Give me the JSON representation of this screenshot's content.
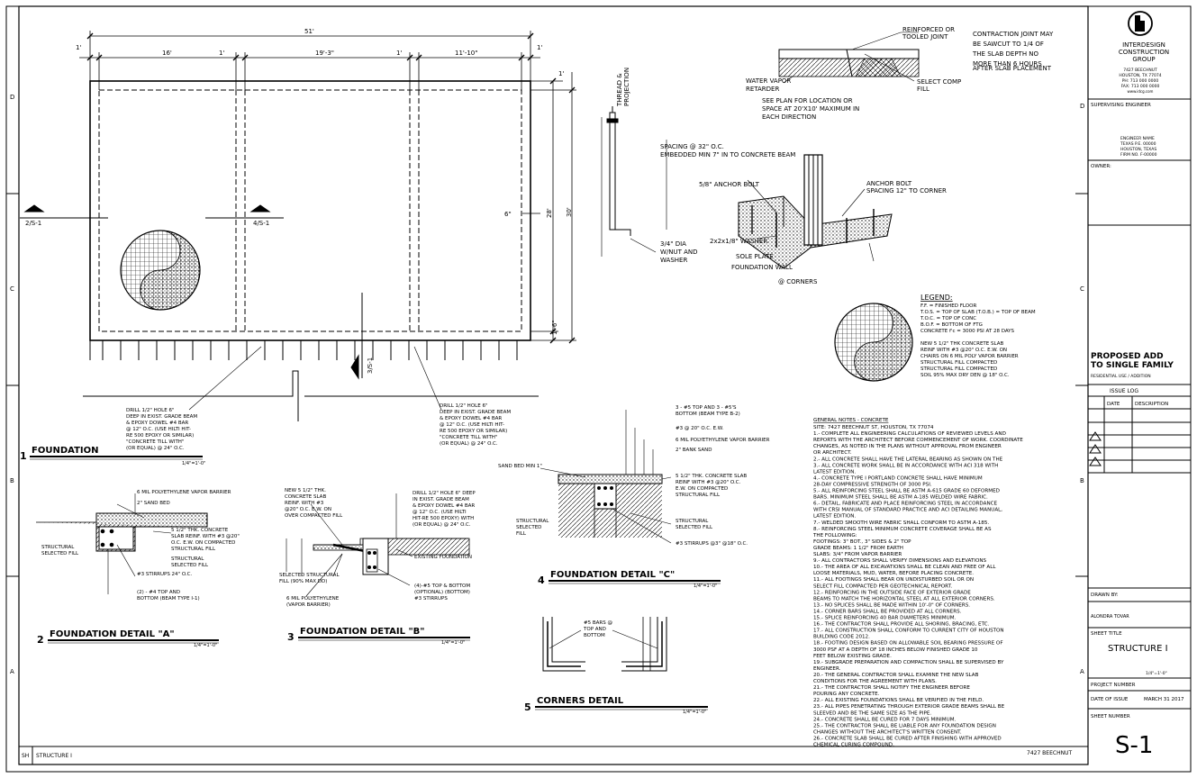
{
  "sheet": {
    "grid_rows": [
      "D",
      "C",
      "B",
      "A"
    ],
    "footer_left_code": "SH",
    "footer_left_title": "STRUCTURE I",
    "footer_right": "7427 BEECHNUT"
  },
  "foundation_plan": {
    "dim_total": "51'",
    "dim_left_1ft": "1'",
    "dim_right_1ft": "1'",
    "dim_segment_1": "16'",
    "dim_segment_2": "19'-3\"",
    "dim_segment_3": "11'-10\"",
    "dim_joint_1": "1'",
    "dim_joint_2": "1'",
    "dim_right_top": "1'",
    "dim_vert_inner": "28'",
    "dim_vert_outer": "30'",
    "dim_vert_6in": "6\"",
    "dim_vert_bottom": "1'-6\"",
    "section_2": "2/S-1",
    "section_4": "4/S-1",
    "section_3": "3/S-1",
    "note_left": [
      "DRILL 1/2\" HOLE 6\"",
      "DEEP IN EXIST. GRADE BEAM",
      "& EPOXY DOWEL #4 BAR",
      "@ 12\" O.C. (USE HILTI HIT-",
      "RE 500 EPOXY OR SIMILAR)",
      "\"CONCRETE TILL WITH\"",
      "(OR EQUAL) @ 24\" O.C."
    ],
    "note_right": [
      "DRILL 1/2\" HOLE 6\"",
      "DEEP IN EXIST. GRADE BEAM",
      "& EPOXY DOWEL #4 BAR",
      "@ 12\" O.C. (USE HILTI HIT-",
      "RE 500 EPOXY OR SIMILAR)",
      "\"CONCRETE TILL WITH\"",
      "(OR EQUAL) @ 24\" O.C."
    ]
  },
  "titles": {
    "t1_num": "1",
    "t1": "FOUNDATION",
    "t1_scale": "1/4\"=1'-0\"",
    "t2_num": "2",
    "t2": "FOUNDATION DETAIL \"A\"",
    "t2_scale": "1/4\"=1'-0\"",
    "t3_num": "3",
    "t3": "FOUNDATION DETAIL \"B\"",
    "t3_scale": "1/4\"=1'-0\"",
    "t4_num": "4",
    "t4": "FOUNDATION DETAIL \"C\"",
    "t4_scale": "1/4\"=1'-0\"",
    "t5_num": "5",
    "t5": "CORNERS DETAIL",
    "t5_scale": "1/4\"=1'-0\""
  },
  "joint_detail": {
    "n1": "REINFORCED OR",
    "n2": "TOOLED JOINT",
    "n3": "CONTRACTION JOINT MAY",
    "n4": "BE SAWCUT TO 1/4 OF",
    "n5": "THE SLAB DEPTH NO",
    "n6": "MORE THAN 6 HOURS",
    "n7": "AFTER SLAB PLACEMENT",
    "n8": "WATER VAPOR",
    "n9": "RETARDER",
    "n10": "SELECT COMP",
    "n11": "FILL",
    "n12": "SEE PLAN FOR LOCATION OR",
    "n13": "SPACE AT 20'X10' MAXIMUM IN",
    "n14": "EACH DIRECTION"
  },
  "anchor_detail": {
    "n1": "THREAD &",
    "n2": "PROJECTION",
    "n3": "SPACING @ 32\" O.C.",
    "n4": "EMBEDDED MIN 7\" IN TO CONCRETE BEAM",
    "n5": "3/4\" DIA",
    "n6": "W/NUT AND",
    "n7": "WASHER",
    "n8": "5/8\" ANCHOR BOLT",
    "n9": "2x2x1/8\" WASHER",
    "n10": "SOLE PLATE",
    "n11": "FOUNDATION WALL",
    "n12": "@ CORNERS",
    "n13": "ANCHOR BOLT",
    "n14": "SPACING 12\" TO CORNER"
  },
  "legend": {
    "title": "LEGEND:",
    "l1": "F.F. = FINISHED FLOOR",
    "l2": "T.O.S. = TOP OF SLAB (T.O.B.) = TOP OF BEAM",
    "l3": "T.O.C. = TOP OF CONC",
    "l4": "B.O.F. = BOTTOM OF FTG",
    "l5": "CONCRETE f'c = 3000 PSI AT 28 DAYS",
    "l6": "NEW 5 1/2\" THK CONCRETE SLAB",
    "l7": "REINF WITH #3 @20\" O.C. E.W. ON",
    "l8": "CHAIRS ON 6 MIL POLY VAPOR BARRIER",
    "l9": "STRUCTURAL FILL COMPACTED",
    "l10": "STRUCTURAL FILL COMPACTED",
    "l11": "SOIL 95% MAX DRY DEN @ 18\" O.C."
  },
  "detail_a": {
    "n1": "6 MIL POLYETHYLENE VAPOR BARRIER",
    "n2": "2\" SAND BED",
    "n3": "5 1/2\" THK. CONCRETE",
    "n4": "SLAB REINF. WITH #3 @20\"",
    "n5": "O.C. E.W. ON COMPACTED",
    "n6": "STRUCTURAL FILL",
    "n7": "STRUCTURAL",
    "n8": "SELECTED FILL",
    "n9": "STRUCTURAL",
    "n10": "SELECTED FILL",
    "n11": "#3 STIRRUPS 24\" O.C.",
    "n12": "(2) - #4 TOP AND",
    "n13": "BOTTOM (BEAM TYPE I-1)"
  },
  "detail_b": {
    "n1": "NEW 5 1/2\" THK.",
    "n2": "CONCRETE SLAB",
    "n3": "REINF. WITH #3",
    "n4": "@20\" O.C. E.W. ON",
    "n5": "OVER COMPACTED FILL",
    "n6": "DRILL 1/2\" HOLE 6\" DEEP",
    "n7": "IN EXIST. GRADE BEAM",
    "n8": "& EPOXY DOWEL #4 BAR",
    "n9": "@ 12\" O.C. (USE HILTI",
    "n10": "HIT-RE 500 EPOXY) WITH",
    "n11": "(OR EQUAL) @ 24\" O.C.",
    "n12": "EXISTING FOUNDATION",
    "n13": "SELECTED STRUCTURAL",
    "n14": "FILL (90% MAX DD)",
    "n15": "6 MIL POLYETHYLENE",
    "n16": "(VAPOR BARRIER)",
    "n17": "(4)-#5 TOP & BOTTOM",
    "n18": "(OPTIONAL) (BOTTOM)",
    "n19": "#3 STIRRUPS"
  },
  "detail_c": {
    "n1": "3 - #5 TOP AND 3 - #5'S",
    "n2": "BOTTOM (BEAM TYPE B-2)",
    "n3": "#3 @ 20\" O.C. E.W.",
    "n4": "6 MIL POLYETHYLENE VAPOR BARRIER",
    "n5": "2\" BANK SAND",
    "n6": "SAND BED MIN 1\"",
    "n7": "5 1/2\" THK. CONCRETE SLAB",
    "n8": "REINF WITH #3 @20\" O.C.",
    "n9": "E.W. ON COMPACTED",
    "n10": "STRUCTURAL FILL",
    "n11": "STRUCTURAL",
    "n12": "SELECTED",
    "n13": "FILL",
    "n14": "STRUCTURAL",
    "n15": "SELECTED FILL",
    "n16": "#3 STIRRUPS @3\" @18\" O.C."
  },
  "detail_5": {
    "n1": "#5 BARS @",
    "n2": "TOP AND",
    "n3": "BOTTOM"
  },
  "notes": {
    "title": "GENERAL NOTES - CONCRETE",
    "lines": [
      "SITE: 7427 BEECHNUT ST, HOUSTON, TX 77074",
      "1.- COMPLETE ALL ENGINEERING CALCULATIONS OF REVIEWED LEVELS AND",
      "REPORTS WITH THE ARCHITECT BEFORE COMMENCEMENT OF WORK. COORDINATE",
      "CHANGES, AS NOTED IN THE PLANS WITHOUT APPROVAL FROM ENGINEER",
      "OR ARCHITECT.",
      "2.- ALL CONCRETE SHALL HAVE THE LATERAL BEARING AS SHOWN ON THE",
      "3.- ALL CONCRETE WORK SHALL BE IN ACCORDANCE WITH ACI 318 WITH",
      "LATEST EDITION.",
      "4.- CONCRETE TYPE I PORTLAND CONCRETE SHALL HAVE MINIMUM",
      "28-DAY COMPRESSIVE STRENGTH OF 3000 PSI.",
      "5.- ALL REINFORCING STEEL SHALL BE ASTM A-615 GRADE 60 DEFORMED",
      "BARS. MINIMUM STEEL SHALL BE ASTM A-185 WELDED WIRE FABRIC.",
      "6.- DETAIL, FABRICATE AND PLACE REINFORCING STEEL IN ACCORDANCE",
      "WITH CRSI MANUAL OF STANDARD PRACTICE AND ACI DETAILING MANUAL,",
      "LATEST EDITION.",
      "7.- WELDED SMOOTH WIRE FABRIC SHALL CONFORM TO ASTM A-185.",
      "8.- REINFORCING STEEL MINIMUM CONCRETE COVERAGE SHALL BE AS",
      "THE FOLLOWING:",
      "FOOTINGS: 3\" BOT., 3\" SIDES & 2\" TOP",
      "GRADE BEAMS: 1 1/2\" FROM EARTH",
      "SLABS: 3/4\" FROM VAPOR BARRIER",
      "9.- ALL CONTRACTORS SHALL VERIFY DIMENSIONS AND ELEVATIONS",
      "10.- THE AREA OF ALL EXCAVATIONS SHALL BE CLEAN AND FREE OF ALL",
      "LOOSE MATERIALS, MUD, WATER, BEFORE PLACING CONCRETE.",
      "11.- ALL FOOTINGS SHALL BEAR ON UNDISTURBED SOIL OR ON",
      "SELECT FILL COMPACTED PER GEOTECHNICAL REPORT.",
      "12.- REINFORCING IN THE OUTSIDE FACE OF EXTERIOR GRADE",
      "BEAMS TO MATCH THE HORIZONTAL STEEL AT ALL EXTERIOR CORNERS.",
      "13.- NO SPLICES SHALL BE MADE WITHIN 10'-0\" OF CORNERS.",
      "14.- CORNER BARS SHALL BE PROVIDED AT ALL CORNERS.",
      "15.- SPLICE REINFORCING 40 BAR DIAMETERS MINIMUM.",
      "16.- THE CONTRACTOR SHALL PROVIDE ALL SHORING, BRACING, ETC.",
      "17.- ALL CONSTRUCTION SHALL CONFORM TO CURRENT CITY OF HOUSTON",
      "BUILDING CODE 2012.",
      "18.- FOOTING DESIGN BASED ON ALLOWABLE SOIL BEARING PRESSURE OF",
      "3000 PSF AT A DEPTH OF 18 INCHES BELOW FINISHED GRADE 10",
      "FEET BELOW EXISTING GRADE.",
      "19.- SUBGRADE PREPARATION AND COMPACTION SHALL BE SUPERVISED BY",
      "ENGINEER.",
      "20.- THE GENERAL CONTRACTOR SHALL EXAMINE THE NEW SLAB",
      "CONDITIONS FOR THE AGREEMENT WITH PLANS.",
      "21.- THE CONTRACTOR SHALL NOTIFY THE ENGINEER BEFORE",
      "POURING ANY CONCRETE.",
      "22.- ALL EXISTING FOUNDATIONS SHALL BE VERIFIED IN THE FIELD.",
      "23.- ALL PIPES PENETRATING THROUGH EXTERIOR GRADE BEAMS SHALL BE",
      "SLEEVED AND BE THE SAME SIZE AS THE PIPE.",
      "24.- CONCRETE SHALL BE CURED FOR 7 DAYS MINIMUM.",
      "25.- THE CONTRACTOR SHALL BE LIABLE FOR ANY FOUNDATION DESIGN",
      "CHANGES WITHOUT THE ARCHITECT'S WRITTEN CONSENT.",
      "26.- CONCRETE SLAB SHALL BE CURED AFTER FINISHING WITH APPROVED",
      "CHEMICAL CURING COMPOUND."
    ]
  },
  "title_block": {
    "company_1": "INTERDESIGN",
    "company_2": "CONSTRUCTION",
    "company_3": "GROUP",
    "addr_1": "7427 BEECHNUT",
    "addr_2": "HOUSTON, TX 77074",
    "addr_3": "PH: 713 000 0000",
    "addr_4": "FAX: 713 000 0000",
    "addr_5": "www.idcg.com",
    "supervising": "SUPERVISING ENGINEER",
    "eng_1": "ENGINEER NAME",
    "eng_2": "TEXAS P.E. 00000",
    "eng_3": "HOUSTON, TEXAS",
    "eng_4": "FIRM NO. F-00000",
    "owner": "OWNER:",
    "project_1": "PROPOSED ADD",
    "project_2": "TO SINGLE FAMILY",
    "project_3": "RESIDENTIAL USE / ADDITION",
    "issue_log": "ISSUE LOG",
    "col_date": "DATE",
    "col_desc": "DESCRIPTION",
    "drawn_by": "DRAWN BY:",
    "drawn_name": "ALONDRA TOVAR",
    "sheet_title_label": "SHEET TITLE",
    "sheet_title": "STRUCTURE I",
    "sheet_scale": "1/4\"=1'-0\"",
    "project_number": "PROJECT NUMBER",
    "date_of_issue_label": "DATE OF ISSUE",
    "date_of_issue": "MARCH 31 2017",
    "sheet_number_label": "SHEET NUMBER",
    "sheet_number": "S-1"
  }
}
